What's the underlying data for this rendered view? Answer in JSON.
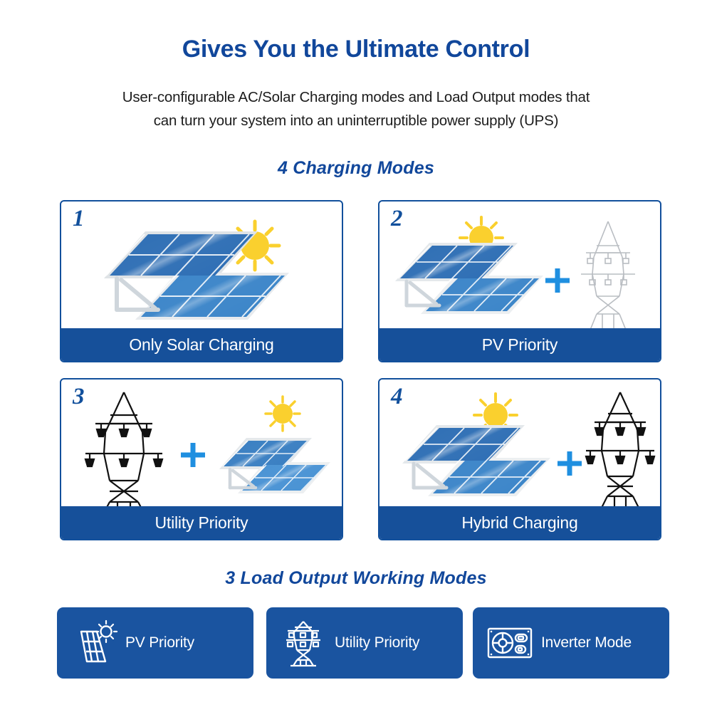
{
  "headline": "Gives You the  Ultimate Control",
  "subtitle_line1": "User-configurable AC/Solar Charging modes and Load Output modes that",
  "subtitle_line2": "can turn your system into an uninterruptible power supply (UPS)",
  "charging": {
    "section_title": "4 Charging Modes",
    "cards": [
      {
        "number": "1",
        "label": "Only Solar Charging",
        "icons": "solar-panel-icon, sun-icon"
      },
      {
        "number": "2",
        "label": "PV Priority",
        "icons": "solar-panel-icon, sun-icon, plus-icon, transmission-tower-icon"
      },
      {
        "number": "3",
        "label": "Utility Priority",
        "icons": "transmission-tower-icon, plus-icon, solar-panel-icon, sun-icon"
      },
      {
        "number": "4",
        "label": "Hybrid Charging",
        "icons": "solar-panel-icon, sun-icon, plus-icon, transmission-tower-icon"
      }
    ]
  },
  "load_output": {
    "section_title": "3 Load Output Working Modes",
    "bars": [
      {
        "label": "PV Priority",
        "icon": "solar-panel-sun-icon"
      },
      {
        "label": "Utility Priority",
        "icon": "transmission-tower-icon"
      },
      {
        "label": "Inverter Mode",
        "icon": "inverter-icon"
      }
    ]
  },
  "colors": {
    "brand_blue": "#11479b",
    "bar_blue": "#16509a",
    "accent_blue": "#1f8fe0",
    "sun_yellow": "#fad02e",
    "text_dark": "#1c1c1c",
    "white": "#ffffff"
  }
}
